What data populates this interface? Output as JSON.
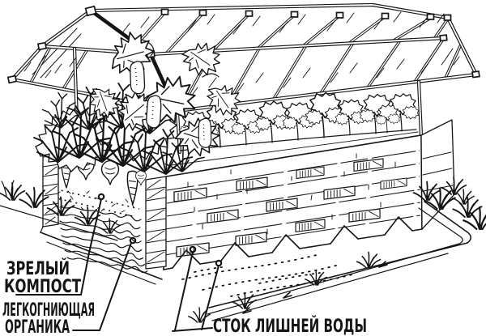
{
  "figure": {
    "description": "Hand-drawn ink illustration of a greenhouse with a glazed pitched roof built over a layered compost bed; block walls with vent slots, cutaway showing soil layers, drainage ditch with flow arrows",
    "ink_color": "#151515",
    "paper_color": "#ffffff"
  },
  "callouts": [
    {
      "name": "mature-compost",
      "lines": [
        "ЗРЕЛЫЙ",
        "КОМПОСТ"
      ]
    },
    {
      "name": "rotting-organics",
      "lines": [
        "ЛЕГКОГНИЮЩАЯ",
        "ОРГАНИКА"
      ]
    },
    {
      "name": "excess-water-drain",
      "lines": [
        "СТОК ЛИШНЕЙ ВОДЫ"
      ]
    }
  ]
}
